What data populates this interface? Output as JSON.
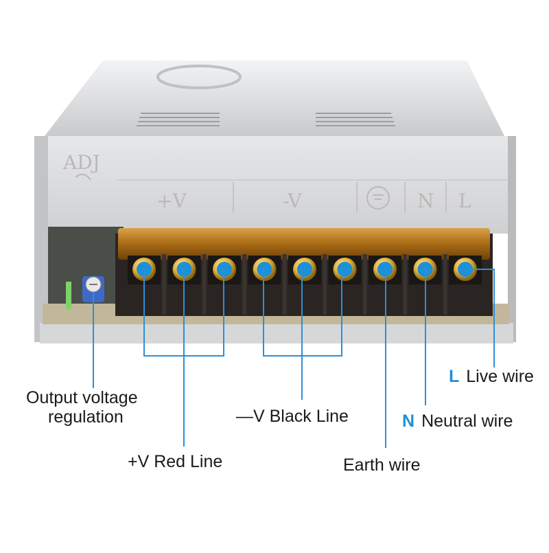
{
  "panel_markings": {
    "adj": "ADJ",
    "plus_v": "+V",
    "minus_v": "-V",
    "n": "N",
    "l": "L"
  },
  "labels": {
    "output_voltage_line1": "Output voltage",
    "output_voltage_line2": "regulation",
    "plus_v_red": "+V Red Line",
    "minus_v_black": "—V Black Line",
    "earth": "Earth wire",
    "neutral_key": "N",
    "neutral_text": "Neutral wire",
    "live_key": "L",
    "live_text": "Live wire"
  },
  "colors": {
    "marker": "#1e90d8",
    "leader_line": "#2c8fd6",
    "terminal_cover": "#b57a1c",
    "terminal_block": "#2a2522",
    "housing": "#d9dadc"
  },
  "terminal_count": 9
}
